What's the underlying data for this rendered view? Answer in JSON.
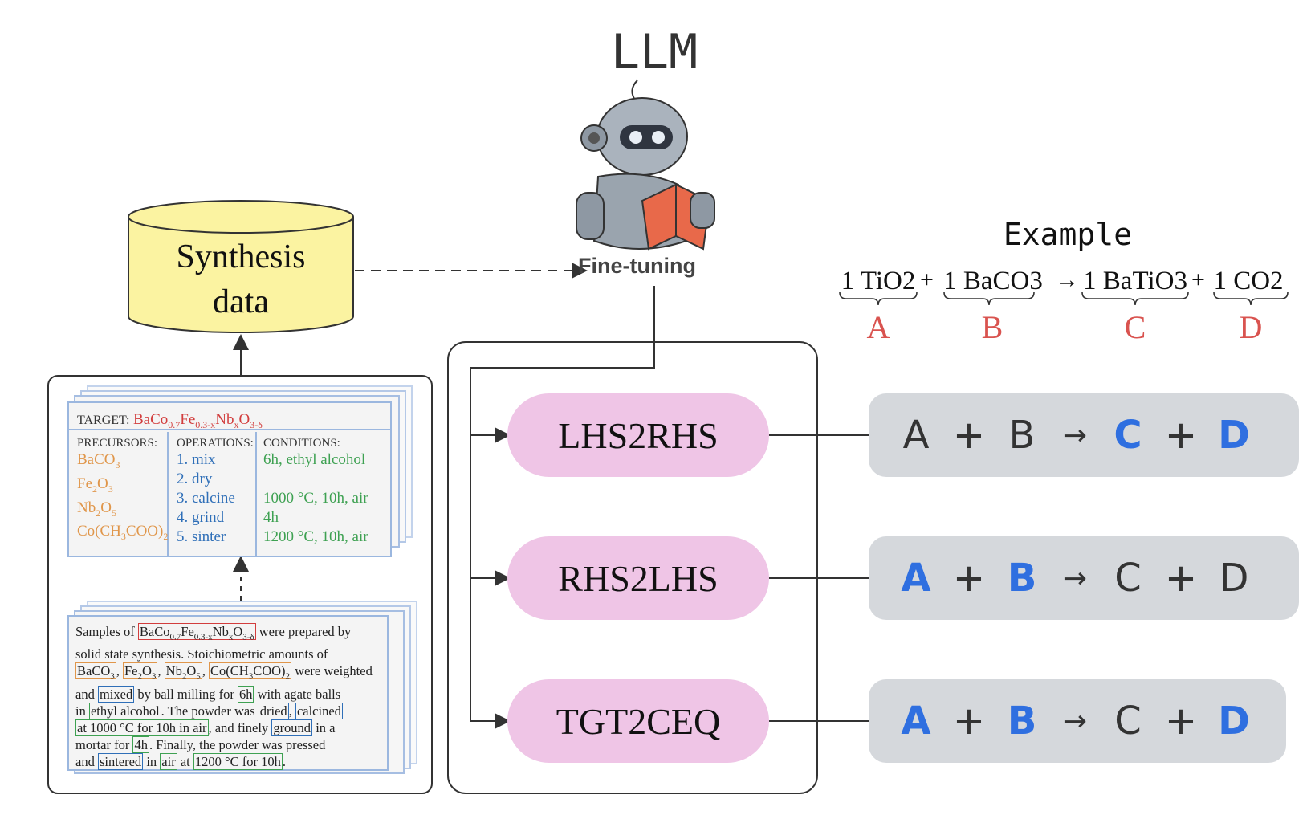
{
  "llm": {
    "title": "LLM",
    "finetune_label": "Fine-tuning"
  },
  "database": {
    "label_line1": "Synthesis",
    "label_line2": "data"
  },
  "example": {
    "title": "Example",
    "terms": [
      "1 TiO2",
      "1 BaCO3",
      "1 BaTiO3",
      "1 CO2"
    ],
    "plus": "+",
    "arrow": "→",
    "letters": [
      "A",
      "B",
      "C",
      "D"
    ]
  },
  "tasks": [
    {
      "label": "LHS2RHS",
      "tokens": [
        "A",
        "+",
        "B",
        "→",
        "C",
        "+",
        "D"
      ],
      "highlight": [
        false,
        false,
        false,
        false,
        true,
        false,
        true
      ]
    },
    {
      "label": "RHS2LHS",
      "tokens": [
        "A",
        "+",
        "B",
        "→",
        "C",
        "+",
        "D"
      ],
      "highlight": [
        true,
        false,
        true,
        false,
        false,
        false,
        false
      ]
    },
    {
      "label": "TGT2CEQ",
      "tokens": [
        "A",
        "+",
        "B",
        "→",
        "C",
        "+",
        "D"
      ],
      "highlight": [
        true,
        false,
        true,
        false,
        false,
        false,
        true
      ]
    }
  ],
  "structured_record": {
    "target_label": "TARGET:",
    "target_formula": "BaCo0.7Fe0.3-xNbxO3-δ",
    "headers": {
      "precursors": "PRECURSORS:",
      "operations": "OPERATIONS:",
      "conditions": "CONDITIONS:"
    },
    "precursors": [
      "BaCO3",
      "Fe2O3",
      "Nb2O5",
      "Co(CH3COO)2"
    ],
    "operations": [
      "1. mix",
      "2. dry",
      "3. calcine",
      "4. grind",
      "5. sinter"
    ],
    "conditions": [
      "6h, ethyl alcohol",
      "",
      "1000 °C, 10h, air",
      "4h",
      "1200 °C, 10h, air"
    ]
  },
  "paragraph": {
    "lines": [
      "Samples of BaCo0.7Fe0.3-xNbxO3-δ were prepared by",
      "solid state synthesis. Stoichiometric amounts of",
      "BaCO3, Fe2O3, Nb2O5, Co(CH3COO)2 were weighted",
      "and mixed by ball milling for 6h with agate balls",
      "in ethyl alcohol. The powder was dried, calcined",
      "at 1000 °C for 10h in air, and finely ground in a",
      "mortar for 4h. Finally, the powder was pressed",
      "and sintered in air at 1200 °C for 10h."
    ]
  },
  "colors": {
    "pill": "#efc5e6",
    "result_box": "#d5d8dc",
    "highlight": "#2f6fe0",
    "letter_red": "#d9534f",
    "db_fill": "#fbf3a1"
  }
}
